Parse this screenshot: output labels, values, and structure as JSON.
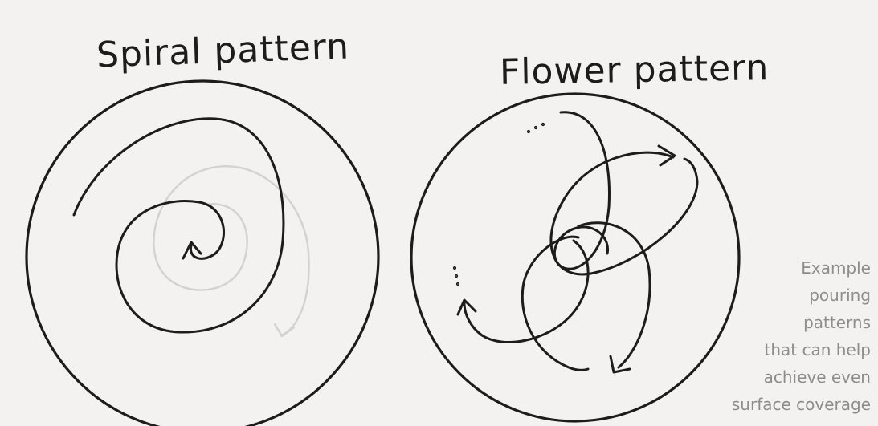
{
  "titles": {
    "spiral": "Spiral pattern",
    "flower": "Flower pattern"
  },
  "caption": {
    "lines": [
      "Example",
      "pouring",
      "patterns",
      "that can help",
      "achieve even",
      "surface coverage"
    ]
  },
  "colors": {
    "background": "#f3f2f0",
    "ink": "#1c1c1c",
    "faint_ink": "#d2d2d0",
    "caption": "#8d8d8d"
  }
}
